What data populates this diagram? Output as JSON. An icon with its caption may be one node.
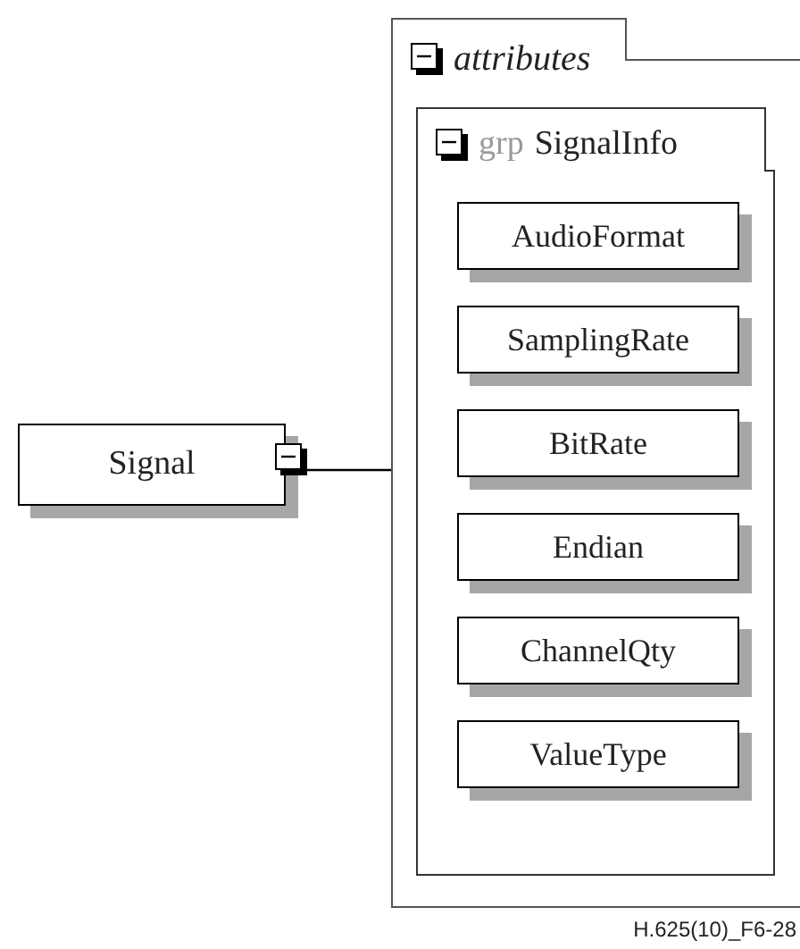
{
  "diagram": {
    "nodes": [
      {
        "text": [
          "Signal"
        ]
      },
      {
        "text": [
          "attributes"
        ]
      },
      {
        "text": [
          "grp",
          "SignalInfo"
        ],
        "in": 1
      },
      {
        "text": [
          "AudioFormat"
        ],
        "in": 2
      },
      {
        "text": [
          "SamplingRate"
        ],
        "in": 2
      },
      {
        "text": [
          "BitRate"
        ],
        "in": 2
      },
      {
        "text": [
          "Endian"
        ],
        "in": 2
      },
      {
        "text": [
          "ChannelQty"
        ],
        "in": 2
      },
      {
        "text": [
          "ValueType"
        ],
        "in": 2
      }
    ],
    "edges": [
      {
        "from": 0,
        "to": 1,
        "arrow": "none"
      }
    ],
    "labels": [
      "H.625(10)_F6-28"
    ]
  }
}
